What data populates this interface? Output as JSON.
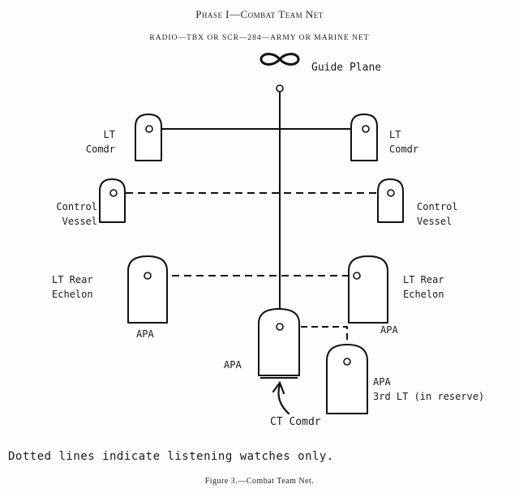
{
  "header": {
    "title": "Phase I—Combat Team Net",
    "subtitle": "RADIO—TBX OR SCR—284—ARMY OR MARINE NET"
  },
  "diagram": {
    "guide_plane": "Guide Plane",
    "lt_left": "LT\nComdr",
    "lt_right": "LT\nComdr",
    "control_left": "Control\nVessel",
    "control_right": "Control\nVessel",
    "rear_left": "LT Rear\nEchelon",
    "rear_right": "LT Rear\nEchelon",
    "apa_left": "APA",
    "apa_right": "APA",
    "apa_center": "APA",
    "reserve": "APA\n3rd LT (in reserve)",
    "ct_comdr": "CT Comdr"
  },
  "note": "Dotted lines indicate listening watches only.",
  "caption": "Figure 3.—Combat Team Net."
}
